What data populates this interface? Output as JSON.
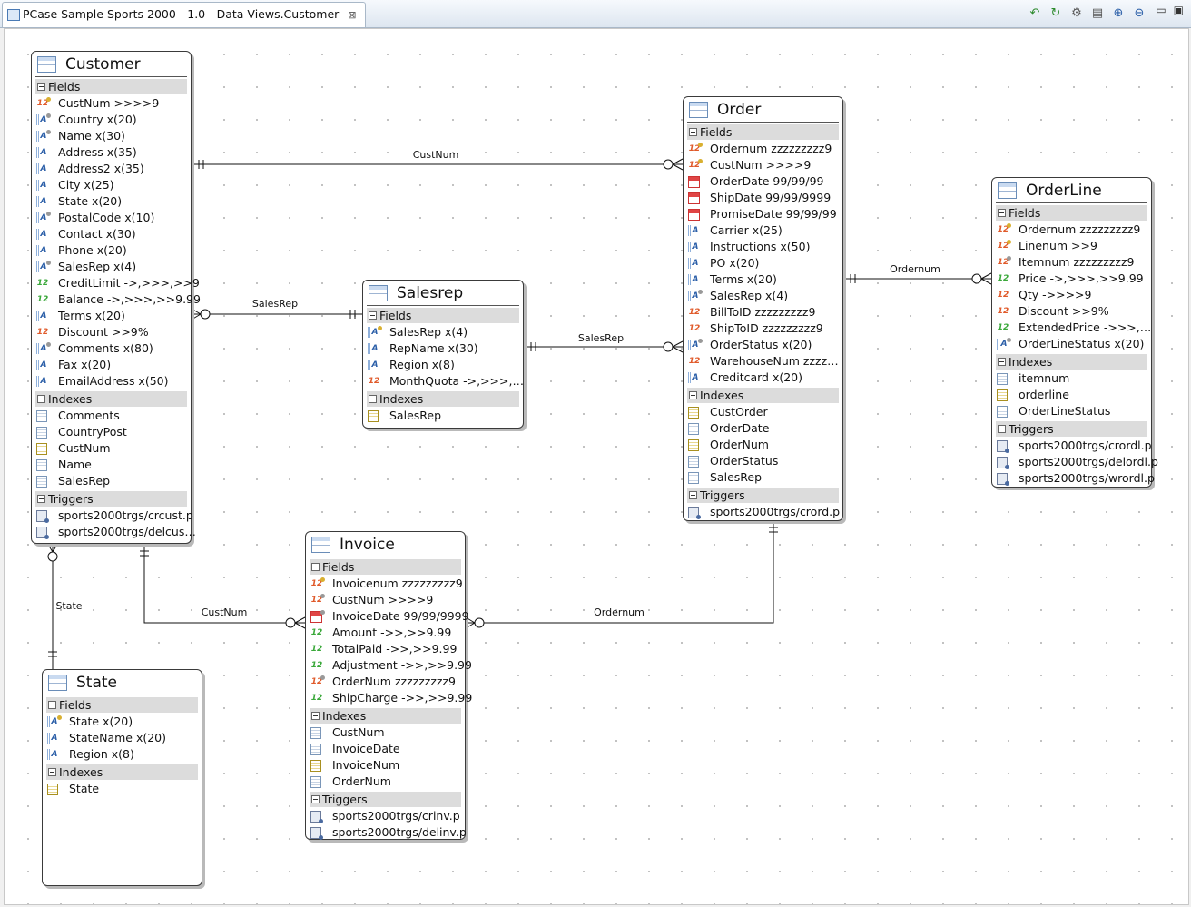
{
  "tab": {
    "title": "PCase Sample Sports 2000 - 1.0 - Data Views.Customer",
    "close_glyph": "⊠"
  },
  "toolbar": {
    "icons": [
      "refresh-back-icon",
      "refresh-icon",
      "settings-gear-icon",
      "print-icon",
      "zoom-in-icon",
      "zoom-out-icon"
    ],
    "window_controls": [
      "minimize",
      "maximize"
    ]
  },
  "colors": {
    "canvas": "#ffffff",
    "section": "#dcdcdc",
    "border": "#3a3a3a"
  },
  "sections": {
    "fields": "Fields",
    "indexes": "Indexes",
    "triggers": "Triggers"
  },
  "entities": {
    "customer": {
      "name": "Customer",
      "fields": [
        {
          "text": "CustNum  >>>>9",
          "type": "i2",
          "key": "gold"
        },
        {
          "text": "Country  x(20)",
          "type": "abc",
          "key": "gray"
        },
        {
          "text": "Name  x(30)",
          "type": "abc",
          "key": "gray"
        },
        {
          "text": "Address  x(35)",
          "type": "abc",
          "key": ""
        },
        {
          "text": "Address2  x(35)",
          "type": "abc",
          "key": ""
        },
        {
          "text": "City  x(25)",
          "type": "abc",
          "key": ""
        },
        {
          "text": "State  x(20)",
          "type": "abc",
          "key": ""
        },
        {
          "text": "PostalCode  x(10)",
          "type": "abc",
          "key": "gray"
        },
        {
          "text": "Contact  x(30)",
          "type": "abc",
          "key": ""
        },
        {
          "text": "Phone  x(20)",
          "type": "abc",
          "key": ""
        },
        {
          "text": "SalesRep  x(4)",
          "type": "abc",
          "key": "gray"
        },
        {
          "text": "CreditLimit  ->,>>>,>>9",
          "type": "dec",
          "key": ""
        },
        {
          "text": "Balance  ->,>>>,>>9.99",
          "type": "dec",
          "key": ""
        },
        {
          "text": "Terms  x(20)",
          "type": "abc",
          "key": ""
        },
        {
          "text": "Discount  >>9%",
          "type": "i2",
          "key": ""
        },
        {
          "text": "Comments  x(80)",
          "type": "abc",
          "key": "gray"
        },
        {
          "text": "Fax  x(20)",
          "type": "abc",
          "key": ""
        },
        {
          "text": "EmailAddress  x(50)",
          "type": "abc",
          "key": ""
        }
      ],
      "indexes": [
        {
          "text": "Comments",
          "type": "idx"
        },
        {
          "text": "CountryPost",
          "type": "idx"
        },
        {
          "text": "CustNum",
          "type": "idxk"
        },
        {
          "text": "Name",
          "type": "idx"
        },
        {
          "text": "SalesRep",
          "type": "idx"
        }
      ],
      "triggers": [
        "sports2000trgs/crcust.p",
        "sports2000trgs/delcus…"
      ]
    },
    "order": {
      "name": "Order",
      "fields": [
        {
          "text": "Ordernum  zzzzzzzzz9",
          "type": "i2",
          "key": "gold"
        },
        {
          "text": "CustNum  >>>>9",
          "type": "i2",
          "key": "green"
        },
        {
          "text": "OrderDate  99/99/99",
          "type": "dat",
          "key": ""
        },
        {
          "text": "ShipDate  99/99/9999",
          "type": "dat",
          "key": ""
        },
        {
          "text": "PromiseDate  99/99/99",
          "type": "dat",
          "key": ""
        },
        {
          "text": "Carrier  x(25)",
          "type": "abc",
          "key": ""
        },
        {
          "text": "Instructions  x(50)",
          "type": "abc",
          "key": ""
        },
        {
          "text": "PO  x(20)",
          "type": "abc",
          "key": ""
        },
        {
          "text": "Terms  x(20)",
          "type": "abc",
          "key": ""
        },
        {
          "text": "SalesRep  x(4)",
          "type": "abc",
          "key": "gray"
        },
        {
          "text": "BillToID  zzzzzzzzz9",
          "type": "i2",
          "key": ""
        },
        {
          "text": "ShipToID  zzzzzzzzz9",
          "type": "i2",
          "key": ""
        },
        {
          "text": "OrderStatus  x(20)",
          "type": "abc",
          "key": "gray"
        },
        {
          "text": "WarehouseNum  zzzz…",
          "type": "i2",
          "key": ""
        },
        {
          "text": "Creditcard  x(20)",
          "type": "abc",
          "key": ""
        }
      ],
      "indexes": [
        {
          "text": "CustOrder",
          "type": "idxk"
        },
        {
          "text": "OrderDate",
          "type": "idx"
        },
        {
          "text": "OrderNum",
          "type": "idxk"
        },
        {
          "text": "OrderStatus",
          "type": "idx"
        },
        {
          "text": "SalesRep",
          "type": "idx"
        }
      ],
      "triggers": [
        "sports2000trgs/crord.p"
      ]
    },
    "salesrep": {
      "name": "Salesrep",
      "fields": [
        {
          "text": "SalesRep  x(4)",
          "type": "abc",
          "key": "gold"
        },
        {
          "text": "RepName  x(30)",
          "type": "abc",
          "key": ""
        },
        {
          "text": "Region  x(8)",
          "type": "abc",
          "key": ""
        },
        {
          "text": "MonthQuota  ->,>>>,…",
          "type": "i2",
          "key": ""
        }
      ],
      "indexes": [
        {
          "text": "SalesRep",
          "type": "idxk"
        }
      ],
      "triggers": []
    },
    "orderline": {
      "name": "OrderLine",
      "fields": [
        {
          "text": "Ordernum  zzzzzzzzz9",
          "type": "i2",
          "key": "gold"
        },
        {
          "text": "Linenum  >>9",
          "type": "i2",
          "key": "gold"
        },
        {
          "text": "Itemnum  zzzzzzzzz9",
          "type": "i2",
          "key": "gray"
        },
        {
          "text": "Price  ->,>>>,>>9.99",
          "type": "dec",
          "key": ""
        },
        {
          "text": "Qty  ->>>>9",
          "type": "i2",
          "key": ""
        },
        {
          "text": "Discount  >>9%",
          "type": "i2",
          "key": ""
        },
        {
          "text": "ExtendedPrice  ->>>,…",
          "type": "dec",
          "key": ""
        },
        {
          "text": "OrderLineStatus  x(20)",
          "type": "abc",
          "key": "gray"
        }
      ],
      "indexes": [
        {
          "text": "itemnum",
          "type": "idx"
        },
        {
          "text": "orderline",
          "type": "idxk"
        },
        {
          "text": "OrderLineStatus",
          "type": "idx"
        }
      ],
      "triggers": [
        "sports2000trgs/crordl.p",
        "sports2000trgs/delordl.p",
        "sports2000trgs/wrordl.p"
      ]
    },
    "invoice": {
      "name": "Invoice",
      "fields": [
        {
          "text": "Invoicenum  zzzzzzzzz9",
          "type": "i2",
          "key": "gold"
        },
        {
          "text": "CustNum  >>>>9",
          "type": "i2",
          "key": "gray"
        },
        {
          "text": "InvoiceDate  99/99/9999",
          "type": "dat",
          "key": "gray"
        },
        {
          "text": "Amount  ->>,>>9.99",
          "type": "dec",
          "key": ""
        },
        {
          "text": "TotalPaid  ->>,>>9.99",
          "type": "dec",
          "key": ""
        },
        {
          "text": "Adjustment  ->>,>>9.99",
          "type": "dec",
          "key": ""
        },
        {
          "text": "OrderNum  zzzzzzzzz9",
          "type": "i2",
          "key": "gray"
        },
        {
          "text": "ShipCharge  ->>,>>9.99",
          "type": "dec",
          "key": ""
        }
      ],
      "indexes": [
        {
          "text": "CustNum",
          "type": "idx"
        },
        {
          "text": "InvoiceDate",
          "type": "idx"
        },
        {
          "text": "InvoiceNum",
          "type": "idxk"
        },
        {
          "text": "OrderNum",
          "type": "idx"
        }
      ],
      "triggers": [
        "sports2000trgs/crinv.p",
        "sports2000trgs/delinv.p"
      ]
    },
    "state": {
      "name": "State",
      "fields": [
        {
          "text": "State  x(20)",
          "type": "abc",
          "key": "gold"
        },
        {
          "text": "StateName  x(20)",
          "type": "abc",
          "key": ""
        },
        {
          "text": "Region  x(8)",
          "type": "abc",
          "key": ""
        }
      ],
      "indexes": [
        {
          "text": "State",
          "type": "idxk"
        }
      ],
      "triggers": []
    }
  },
  "relations": [
    {
      "label": "CustNum",
      "from": "Customer",
      "to": "Order"
    },
    {
      "label": "SalesRep",
      "from": "Salesrep",
      "to": "Customer"
    },
    {
      "label": "SalesRep",
      "from": "Salesrep",
      "to": "Order"
    },
    {
      "label": "Ordernum",
      "from": "Order",
      "to": "OrderLine"
    },
    {
      "label": "State",
      "from": "State",
      "to": "Customer"
    },
    {
      "label": "CustNum",
      "from": "Customer",
      "to": "Invoice"
    },
    {
      "label": "Ordernum",
      "from": "Order",
      "to": "Invoice"
    }
  ]
}
